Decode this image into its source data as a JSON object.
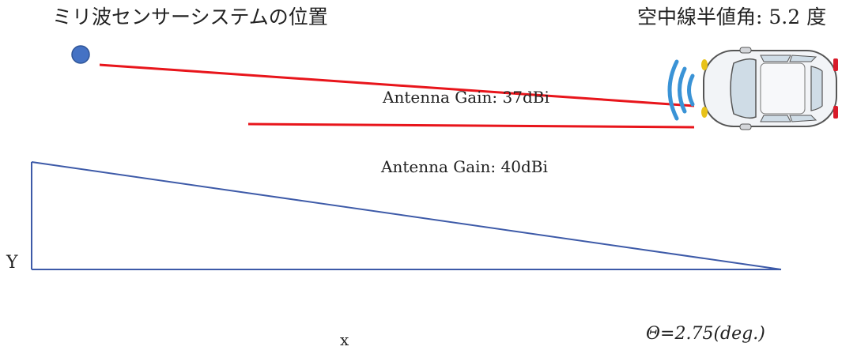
{
  "labels": {
    "sensor_position": "ミリ波センサーシステムの位置",
    "antenna_beamwidth": "空中線半値角: 5.2 度",
    "gain_37": "Antenna Gain: 37dBi",
    "gain_40": "Antenna Gain: 40dBi",
    "y_axis": "Y",
    "x_axis": "x",
    "theta": "Θ=2.75(deg.)"
  },
  "colors": {
    "beam_line": "#e8151b",
    "triangle": "#3d5aa8",
    "sensor_dot": "#4472c4",
    "signal_waves": "#3a93d6"
  },
  "icons": {
    "sensor": "sensor-dot-icon",
    "vehicle": "car-top-view-icon",
    "signal": "signal-waves-icon"
  }
}
